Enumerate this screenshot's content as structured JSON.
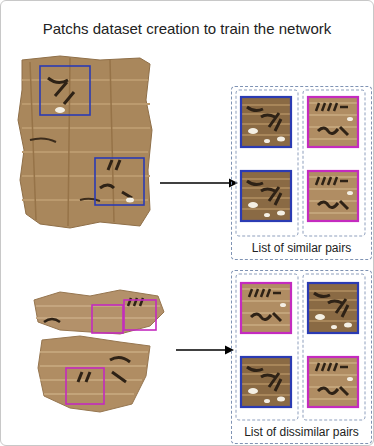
{
  "diagram": {
    "title": "Patchs dataset creation to train the network",
    "nodes": [
      {
        "text": [
          "List of similar pairs"
        ]
      },
      {
        "text": [
          "List of dissimilar pairs"
        ]
      }
    ]
  }
}
